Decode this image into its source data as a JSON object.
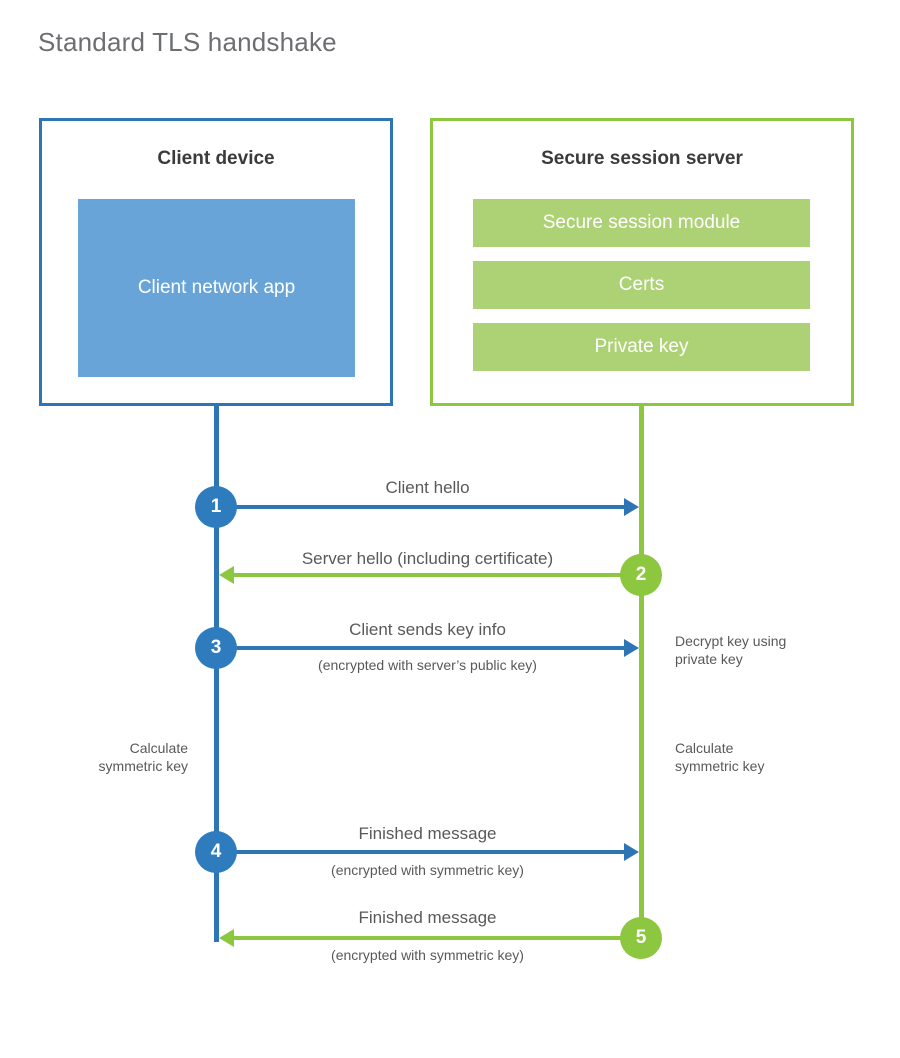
{
  "title": "Standard TLS handshake",
  "parties": {
    "client": {
      "title": "Client device",
      "module": "Client network app",
      "accent": "#2E75B6",
      "module_fill": "#68A4D8"
    },
    "server": {
      "title": "Secure session server",
      "accent": "#8DC63F",
      "module_fill": "#ADD275",
      "modules": [
        {
          "label": "Secure session module"
        },
        {
          "label": "Certs"
        },
        {
          "label": "Private key"
        }
      ]
    }
  },
  "steps": [
    {
      "number": "1",
      "direction": "client-to-server",
      "primary": "Client hello",
      "secondary": "",
      "color": "#2E75B6"
    },
    {
      "number": "2",
      "direction": "server-to-client",
      "primary": "Server hello (including certificate)",
      "secondary": "",
      "color": "#8DC63F"
    },
    {
      "number": "3",
      "direction": "client-to-server",
      "primary": "Client sends key info",
      "secondary": "(encrypted with server’s public key)",
      "color": "#2E75B6"
    },
    {
      "number": "4",
      "direction": "client-to-server",
      "primary": "Finished message",
      "secondary": "(encrypted with symmetric key)",
      "color": "#2E75B6"
    },
    {
      "number": "5",
      "direction": "server-to-client",
      "primary": "Finished message",
      "secondary": "(encrypted with symmetric key)",
      "color": "#8DC63F"
    }
  ],
  "annotations": {
    "server_decrypt": "Decrypt key using\nprivate key",
    "server_decrypt_line1": "Decrypt key using",
    "server_decrypt_line2": "private key",
    "client_calc_line1": "Calculate",
    "client_calc_line2": "symmetric key",
    "server_calc_line1": "Calculate",
    "server_calc_line2": "symmetric key"
  }
}
